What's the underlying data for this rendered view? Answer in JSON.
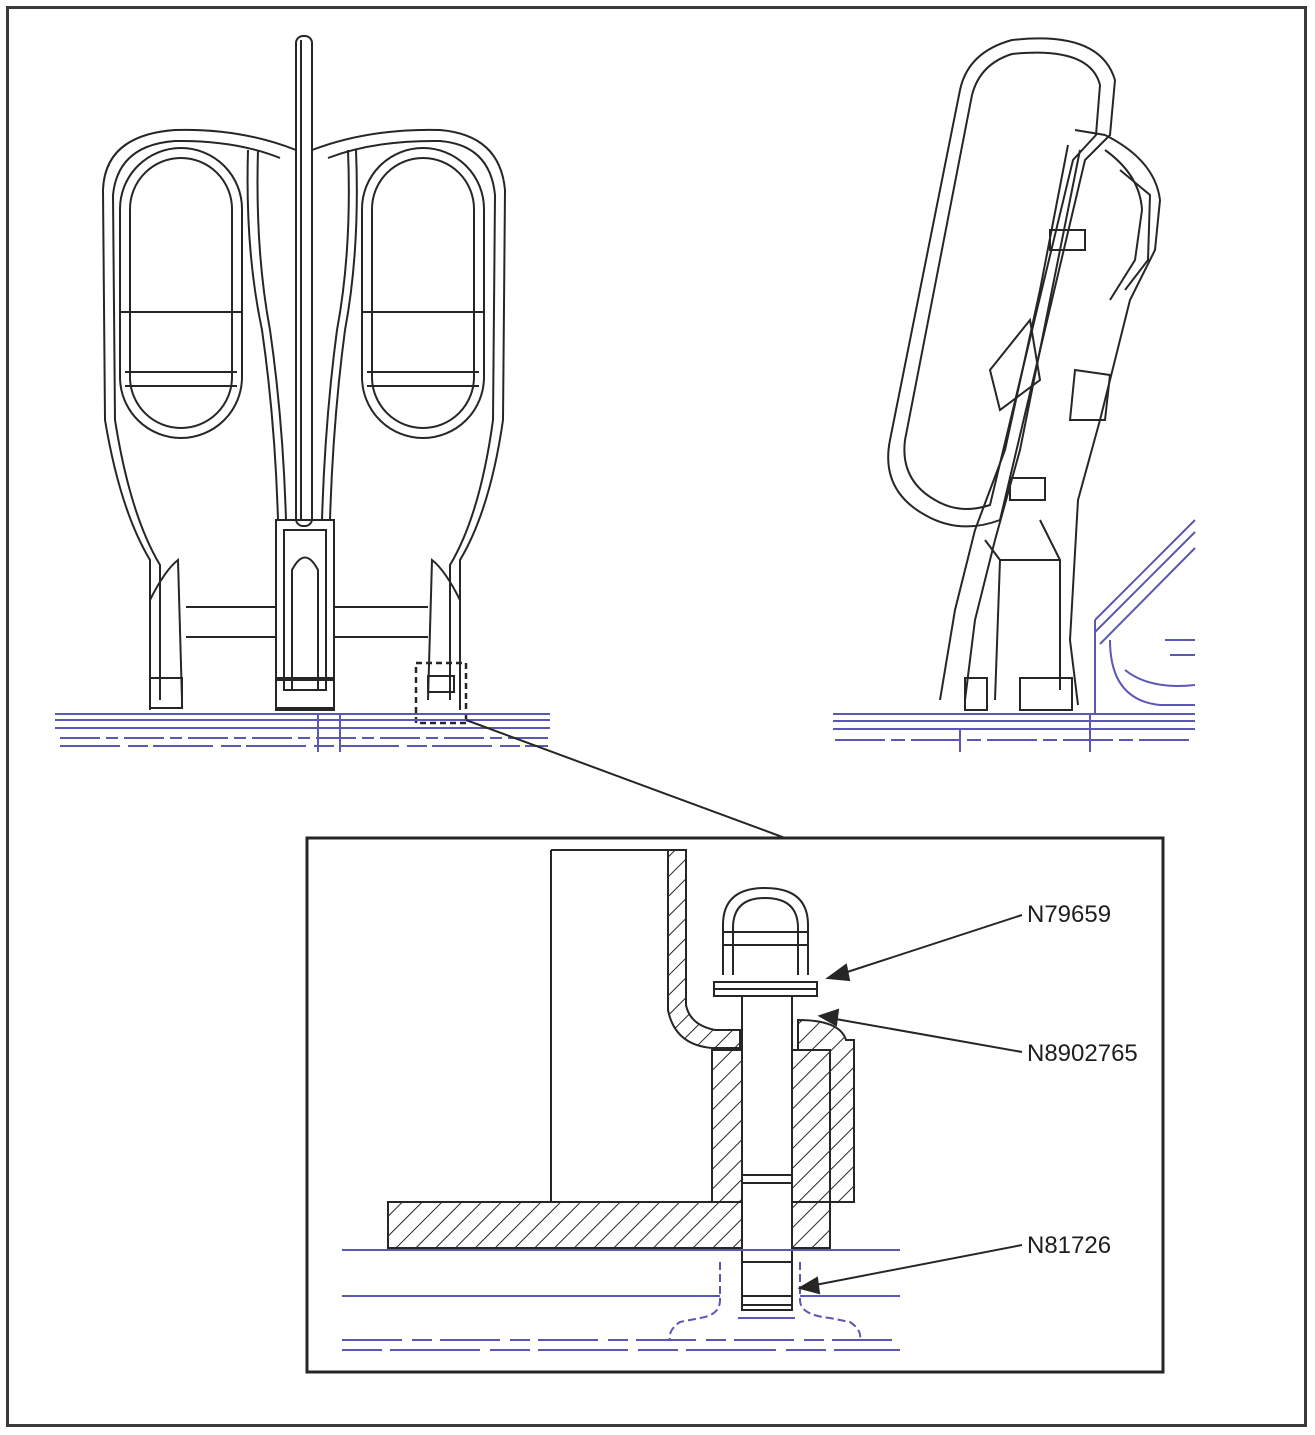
{
  "callouts": [
    {
      "part_number": "N79659"
    },
    {
      "part_number": "N8902765"
    },
    {
      "part_number": "N81726"
    }
  ],
  "colors": {
    "line": "#262626",
    "floor": "#5b57b5",
    "frame": "#3a3a3a"
  },
  "views": [
    "front-view",
    "side-view",
    "detail-section-view"
  ]
}
